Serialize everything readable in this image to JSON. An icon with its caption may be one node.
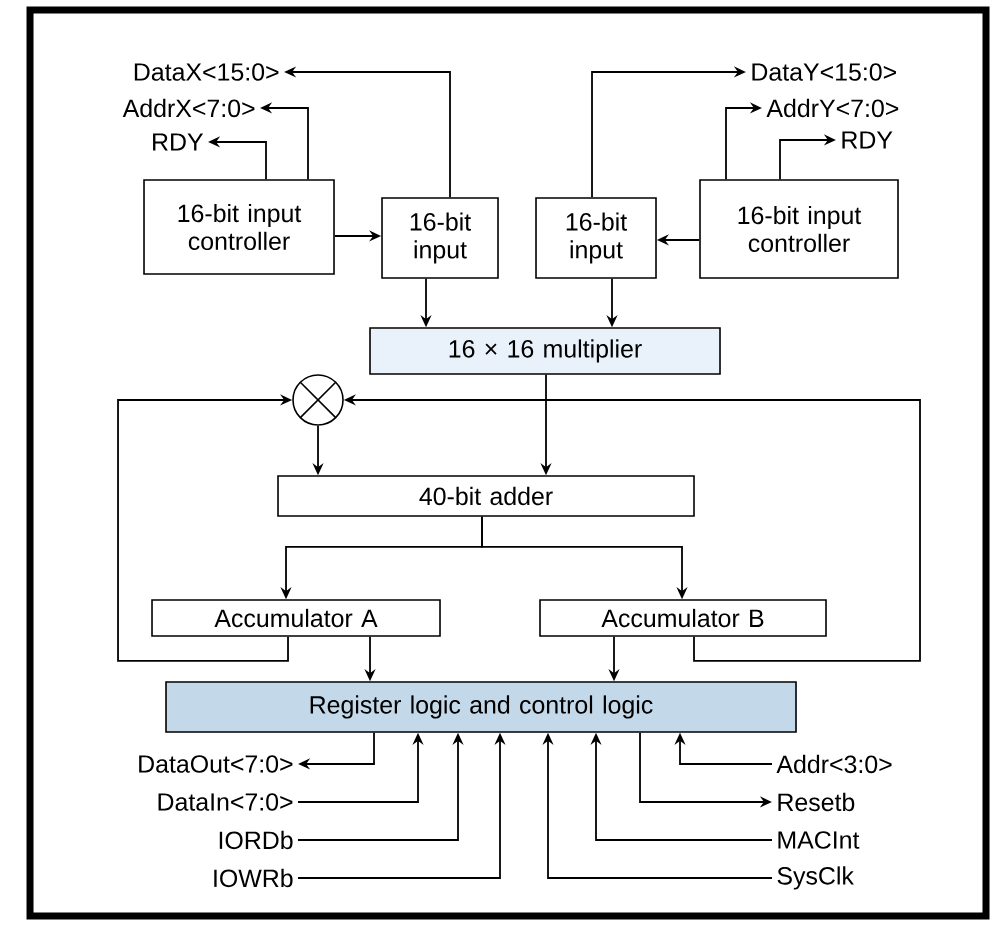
{
  "diagram": {
    "nodes": [
      {
        "text": [
          "16-bit input controller"
        ]
      },
      {
        "text": [
          "16-bit input"
        ]
      },
      {
        "text": [
          "16-bit input"
        ]
      },
      {
        "text": [
          "16-bit input controller"
        ]
      },
      {
        "text": [
          "16 × 16 multiplier"
        ]
      },
      {
        "text": [],
        "shape": "circle"
      },
      {
        "text": [
          "40-bit adder"
        ]
      },
      {
        "text": [
          "Accumulator A"
        ]
      },
      {
        "text": [
          "Accumulator B"
        ]
      },
      {
        "text": [
          "Register logic and control logic"
        ]
      },
      {
        "text": [
          "DataX<15:0>"
        ]
      },
      {
        "text": [
          "AddrX<7:0>"
        ]
      },
      {
        "text": [
          "RDY"
        ]
      },
      {
        "text": [
          "DataY<15:0>"
        ]
      },
      {
        "text": [
          "AddrY<7:0>"
        ]
      },
      {
        "text": [
          "RDY"
        ]
      },
      {
        "text": [
          "DataOut<7:0>"
        ]
      },
      {
        "text": [
          "DataIn<7:0>"
        ]
      },
      {
        "text": [
          "IORDb"
        ]
      },
      {
        "text": [
          "IOWRb"
        ]
      },
      {
        "text": [
          "Addr<3:0>"
        ]
      },
      {
        "text": [
          "Resetb"
        ]
      },
      {
        "text": [
          "MACInt"
        ]
      },
      {
        "text": [
          "SysClk"
        ]
      }
    ],
    "edges": [
      {
        "from": 1,
        "to": 10,
        "arrow": "to"
      },
      {
        "from": 0,
        "to": 11,
        "arrow": "to"
      },
      {
        "from": 0,
        "to": 12,
        "arrow": "to"
      },
      {
        "from": 0,
        "to": 1,
        "arrow": "to"
      },
      {
        "from": 1,
        "to": 4,
        "arrow": "to"
      },
      {
        "from": 2,
        "to": 13,
        "arrow": "to"
      },
      {
        "from": 3,
        "to": 14,
        "arrow": "to"
      },
      {
        "from": 3,
        "to": 15,
        "arrow": "to"
      },
      {
        "from": 3,
        "to": 2,
        "arrow": "to"
      },
      {
        "from": 2,
        "to": 4,
        "arrow": "to"
      },
      {
        "from": 4,
        "to": 6,
        "arrow": "to"
      },
      {
        "from": 7,
        "to": 5,
        "arrow": "to"
      },
      {
        "from": 8,
        "to": 5,
        "arrow": "to"
      },
      {
        "from": 5,
        "to": 6,
        "arrow": "to"
      },
      {
        "from": 6,
        "to": 7,
        "arrow": "to"
      },
      {
        "from": 6,
        "to": 8,
        "arrow": "to"
      },
      {
        "from": 7,
        "to": 9,
        "arrow": "to"
      },
      {
        "from": 8,
        "to": 9,
        "arrow": "to"
      },
      {
        "from": 9,
        "to": 16,
        "arrow": "to"
      },
      {
        "from": 17,
        "to": 9,
        "arrow": "to"
      },
      {
        "from": 18,
        "to": 9,
        "arrow": "to"
      },
      {
        "from": 19,
        "to": 9,
        "arrow": "to"
      },
      {
        "from": 23,
        "to": 9,
        "arrow": "to"
      },
      {
        "from": 22,
        "to": 9,
        "arrow": "to"
      },
      {
        "from": 9,
        "to": 21,
        "arrow": "to"
      },
      {
        "from": 20,
        "to": 9,
        "arrow": "to"
      }
    ]
  }
}
